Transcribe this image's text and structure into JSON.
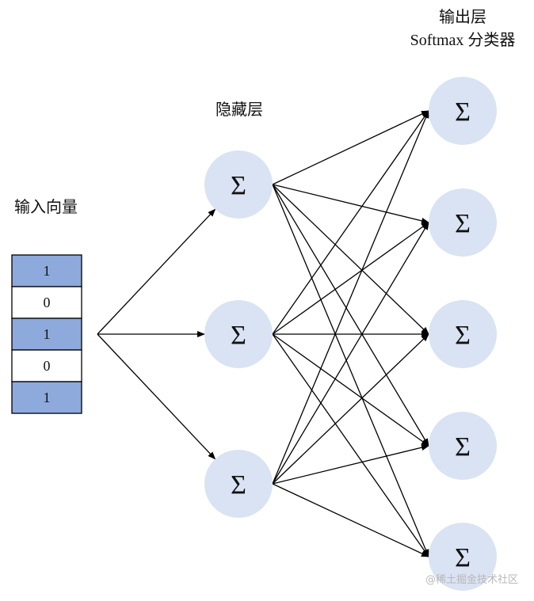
{
  "labels": {
    "input": "输入向量",
    "hidden": "隐藏层",
    "output_line1": "输出层",
    "output_line2": "Softmax 分类器"
  },
  "input_vector": [
    "1",
    "0",
    "1",
    "0",
    "1"
  ],
  "input_colors": {
    "one": "#8ea9db",
    "zero": "#ffffff"
  },
  "neuron_symbol": "Σ",
  "neuron_fill": "#dae3f3",
  "hidden_count": 3,
  "output_count": 5,
  "watermark": "@稀土掘金技术社区"
}
